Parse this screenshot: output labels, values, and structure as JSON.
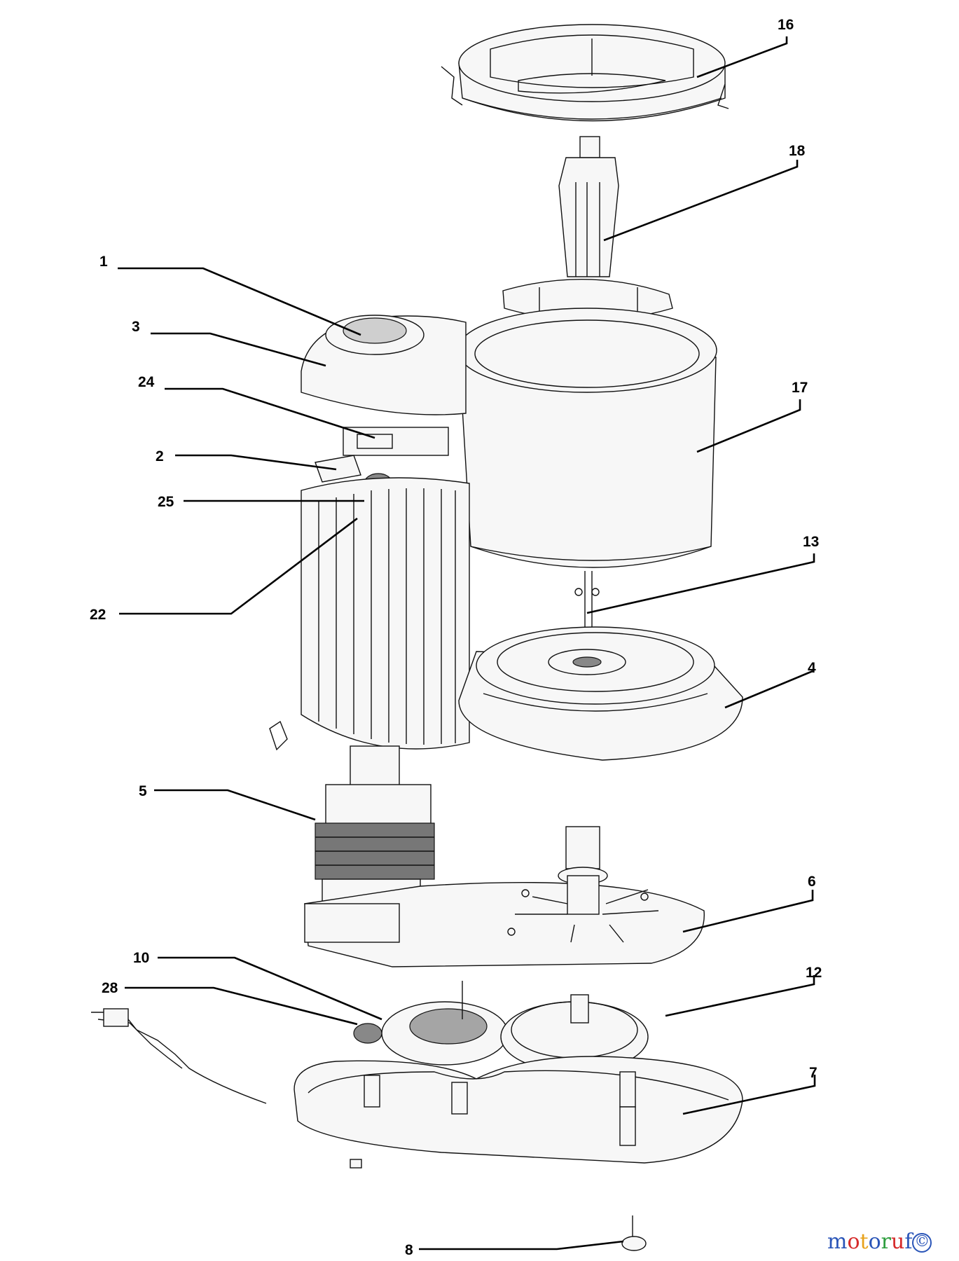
{
  "callouts": {
    "c1": "1",
    "c2": "2",
    "c3": "3",
    "c4": "4",
    "c5": "5",
    "c6": "6",
    "c7": "7",
    "c8": "8",
    "c10": "10",
    "c12": "12",
    "c13": "13",
    "c16": "16",
    "c17": "17",
    "c18": "18",
    "c22": "22",
    "c24": "24",
    "c25": "25",
    "c28": "28"
  },
  "watermark": {
    "text": "motoruf",
    "letters": [
      {
        "ch": "m",
        "color": "#2a55b8"
      },
      {
        "ch": "o",
        "color": "#d62b2b"
      },
      {
        "ch": "t",
        "color": "#e8a21a"
      },
      {
        "ch": "o",
        "color": "#2a55b8"
      },
      {
        "ch": "r",
        "color": "#2e9e3e"
      },
      {
        "ch": "u",
        "color": "#d62b2b"
      },
      {
        "ch": "f",
        "color": "#2a55b8"
      }
    ],
    "badge": "©"
  },
  "colors": {
    "ink": "#111111",
    "paper": "#ffffff",
    "shade": "#888888"
  }
}
